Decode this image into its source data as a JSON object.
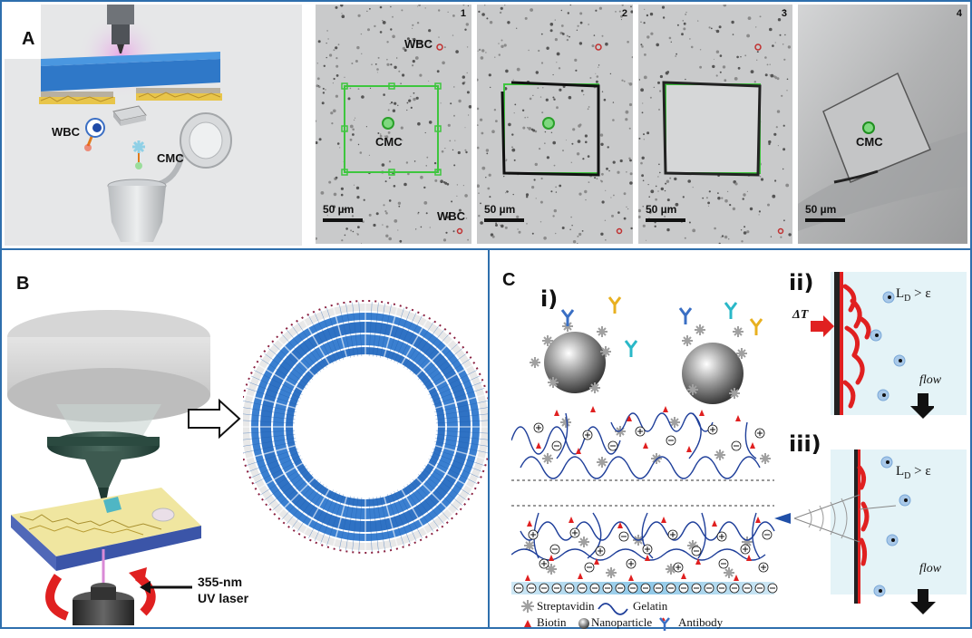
{
  "panels": {
    "a": {
      "label": "A",
      "schematic": {
        "wbc": "WBC",
        "cmc": "CMC"
      },
      "frames": [
        {
          "num": "1",
          "wbc_top": "WBC",
          "cmc": "CMC",
          "wbc_bottom": "WBC",
          "scale": "50 µm"
        },
        {
          "num": "2",
          "scale": "50 µm"
        },
        {
          "num": "3",
          "scale": "50 µm"
        },
        {
          "num": "4",
          "cmc": "CMC",
          "scale": "50 µm"
        }
      ]
    },
    "b": {
      "label": "B",
      "laser_line1": "355-nm",
      "laser_line2": "UV laser"
    },
    "c": {
      "label": "C",
      "sub_i": "i)",
      "sub_ii": "ii)",
      "sub_iii": "iii)",
      "ld_ii": "L",
      "ld_ii_sub": "D",
      "ld_ii_rest": " > ε",
      "ld_iii": "L",
      "ld_iii_sub": "D",
      "ld_iii_rest": " > ε",
      "delta_t": "ΔT",
      "flow_ii": "flow",
      "flow_iii": "flow",
      "legend": {
        "streptavidin": "Streptavidin",
        "gelatin": "Gelatin",
        "biotin": "Biotin",
        "nanoparticle": "Nanoparticle",
        "antibody": "Antibody"
      }
    }
  },
  "colors": {
    "border": "#2e6fad",
    "green_box": "#3ec63e",
    "gelatin": "#1f3f9a",
    "biotin": "#e02020",
    "np_gray": "#8a8a8a",
    "fluid": "#e4f3f7"
  }
}
